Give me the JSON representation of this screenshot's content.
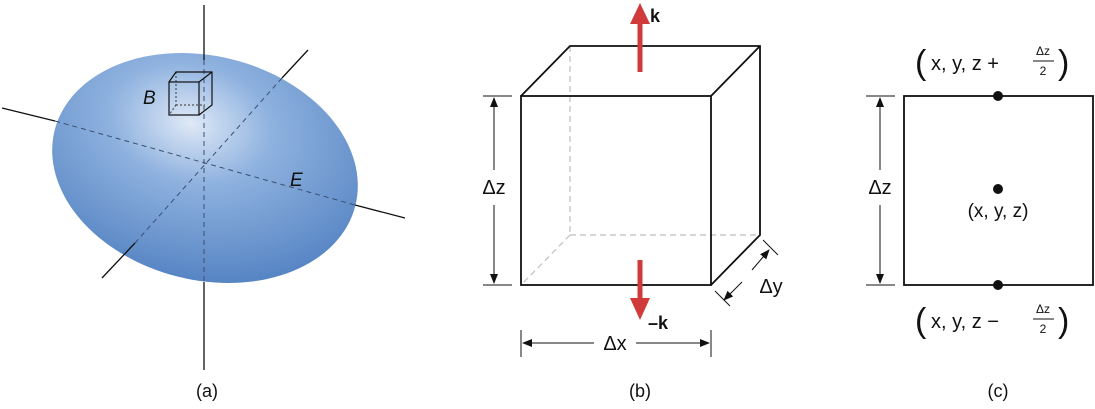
{
  "panel_a": {
    "caption": "(a)",
    "box_label": "B",
    "ellipsoid_label": "E"
  },
  "panel_b": {
    "caption": "(b)",
    "top_vector": "k",
    "bottom_vector": "–k",
    "dz_label": "Δz",
    "dx_label": "Δx",
    "dy_label": "Δy"
  },
  "panel_c": {
    "caption": "(c)",
    "dz_label": "Δz",
    "center_point": "(x, y, z)",
    "top_point_prefix": "x, y, z +",
    "bottom_point_prefix": "x, y, z −",
    "frac_numerator": "Δz",
    "frac_denominator": "2"
  },
  "colors": {
    "ellipsoid": "#7aa3d8",
    "arrow": "#d03a3a"
  }
}
